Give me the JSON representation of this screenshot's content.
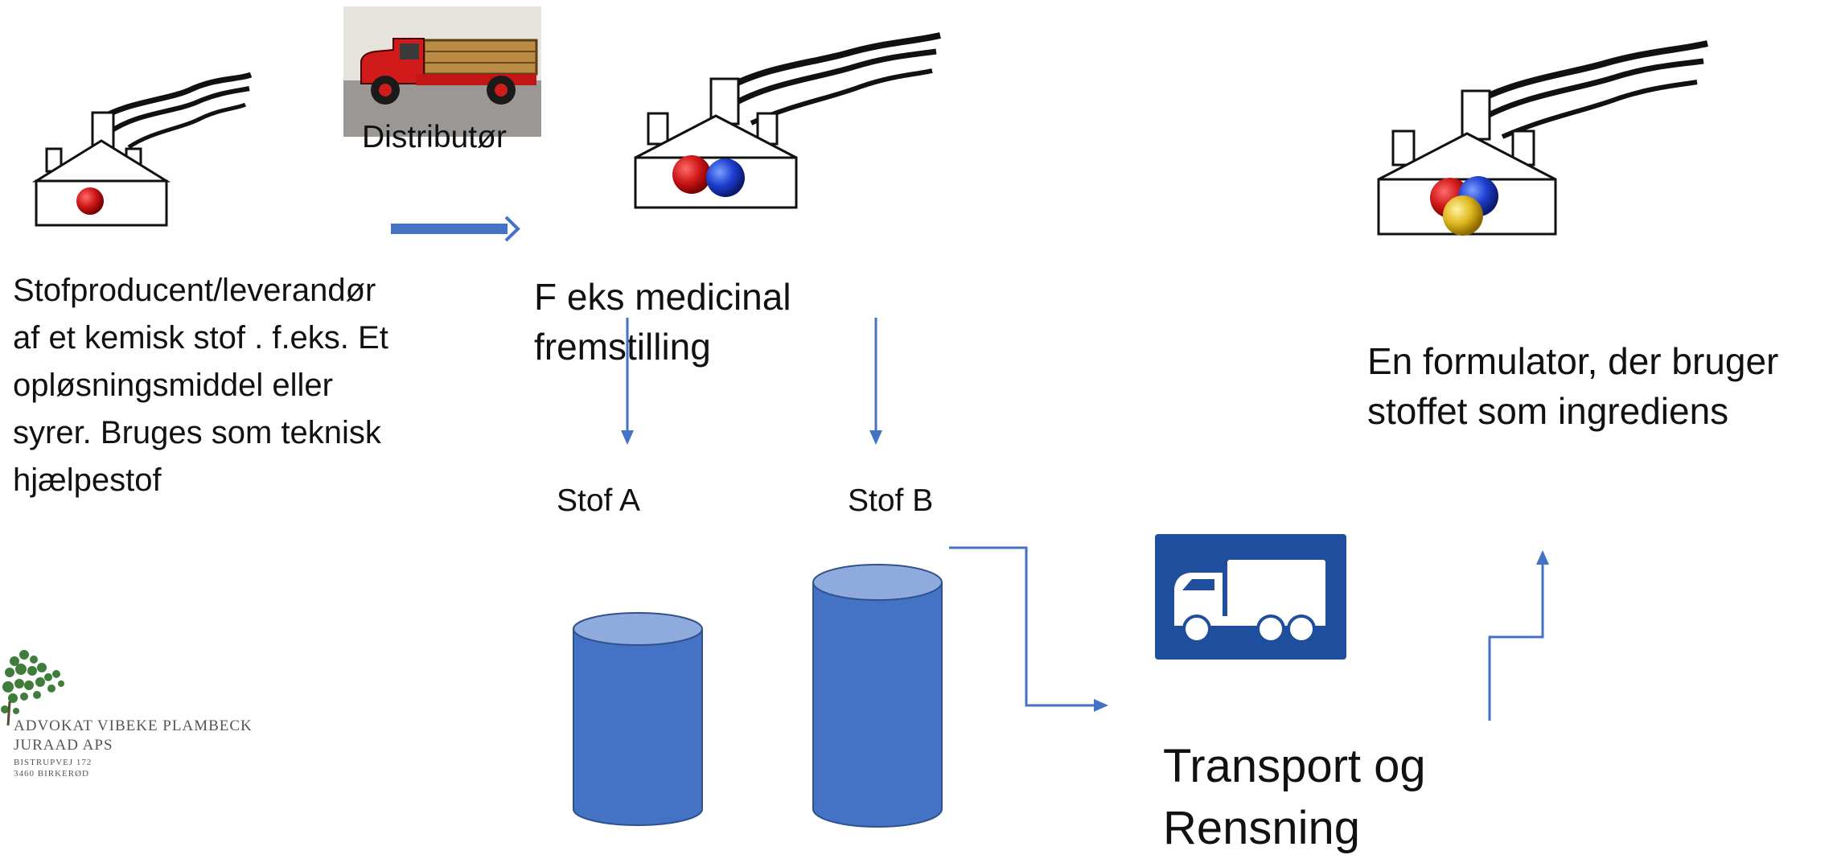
{
  "diagram": {
    "distributor_label": "Distributør",
    "producer_text": [
      "Stofproducent/leverandør",
      "af et kemisk stof . f.eks. Et",
      "opløsningsmiddel eller",
      "syrer. Bruges som teknisk",
      "hjælpestof"
    ],
    "medicinal_text": [
      "F eks  medicinal",
      "fremstilling"
    ],
    "formulator_text": [
      "En formulator,  der bruger",
      "stoffet som ingrediens"
    ],
    "stof_a_label": "Stof A",
    "stof_b_label": "Stof B",
    "transport_text": [
      "Transport og",
      "Rensning"
    ],
    "logo": {
      "line1": "ADVOKAT VIBEKE PLAMBECK",
      "line2": "JURAAD APS",
      "line3": "BISTRUPVEJ 172",
      "line4": "3460 BIRKERØD"
    }
  },
  "colors": {
    "arrow_blue": "#4472c4",
    "cylinder_body": "#4472c4",
    "cylinder_top": "#8faadc",
    "sign_blue": "#1f4e9c",
    "sphere_red": "#d01818",
    "sphere_blue": "#1f3fd0",
    "sphere_yellow": "#e0b820"
  },
  "icons": [
    "factory-icon",
    "truck-photo",
    "truck-sign-icon",
    "cylinder-icon",
    "logo-tree-icon"
  ]
}
